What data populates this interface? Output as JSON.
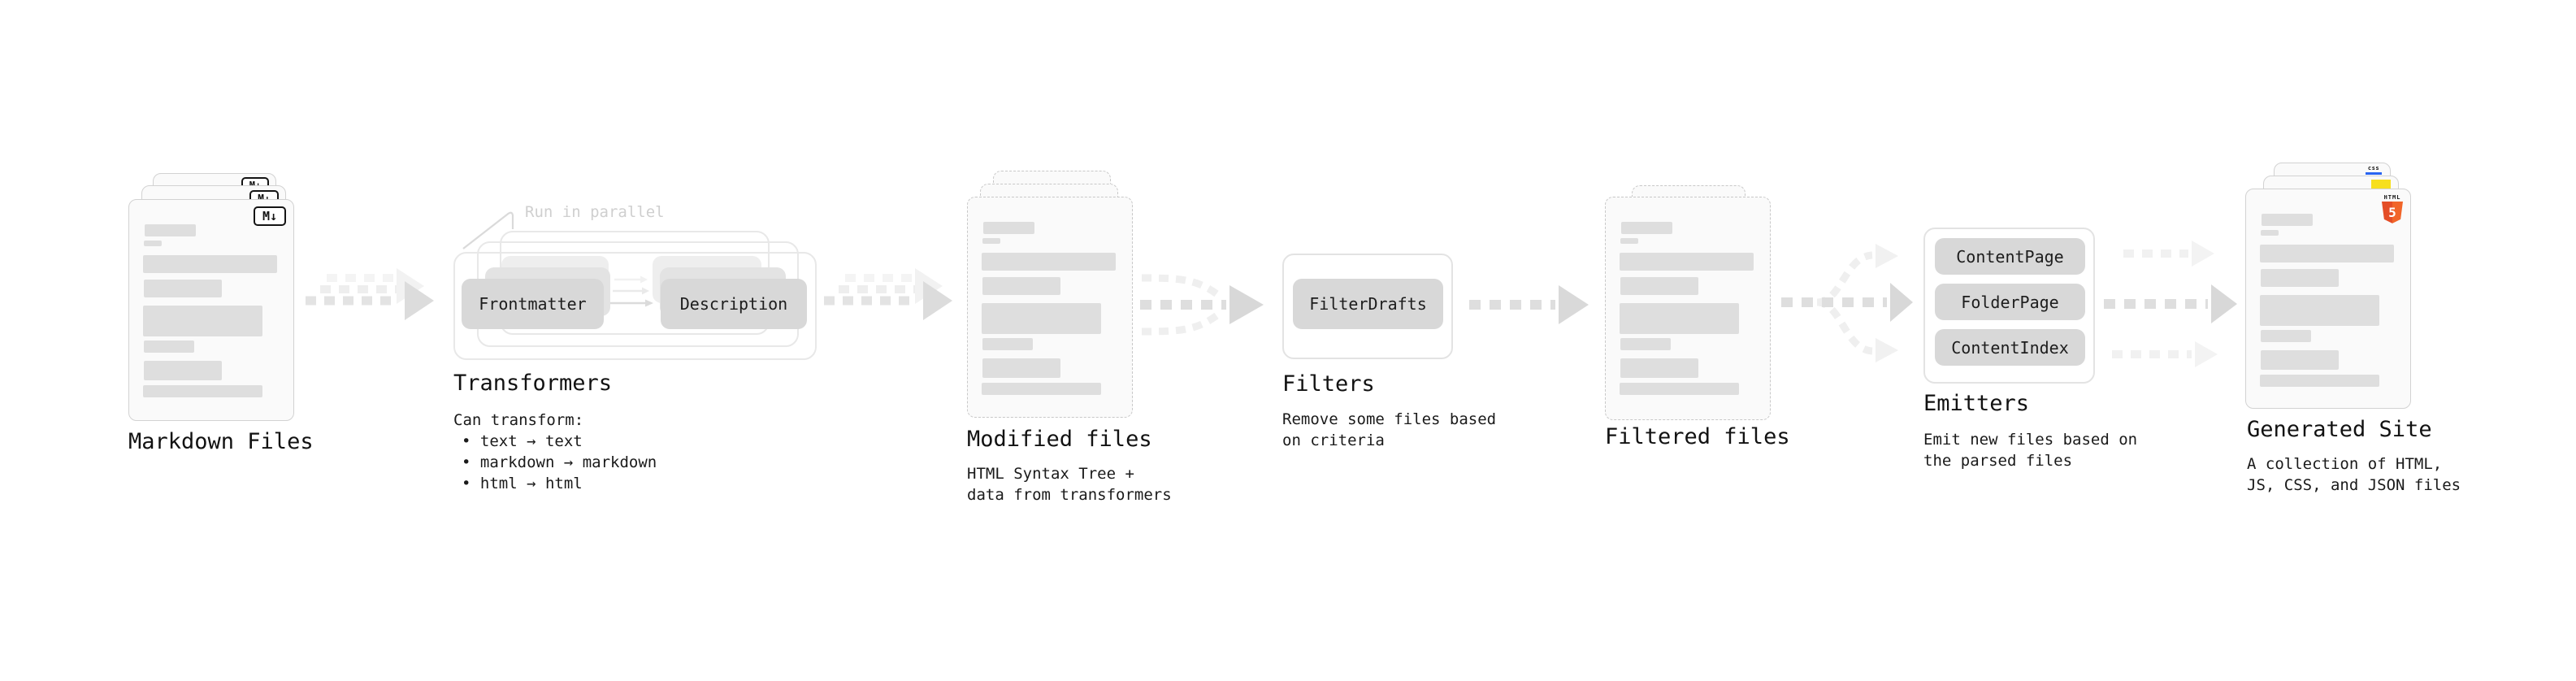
{
  "diagram": {
    "markdown_files": {
      "label": "Markdown Files",
      "badge": "M↓"
    },
    "transformers": {
      "label": "Transformers",
      "note": "Run in parallel",
      "desc_title": "Can transform:",
      "bullets": [
        "• text → text",
        "• markdown → markdown",
        "• html → html"
      ],
      "buttons": [
        "Frontmatter",
        "Description"
      ]
    },
    "modified_files": {
      "label": "Modified files",
      "desc": [
        "HTML Syntax Tree +",
        "data from transformers"
      ]
    },
    "filters": {
      "label": "Filters",
      "desc": [
        "Remove some files based",
        "on criteria"
      ],
      "buttons": [
        "FilterDrafts"
      ]
    },
    "filtered_files": {
      "label": "Filtered files"
    },
    "emitters": {
      "label": "Emitters",
      "desc": [
        "Emit new files based on",
        "the parsed files"
      ],
      "buttons": [
        "ContentPage",
        "FolderPage",
        "ContentIndex"
      ]
    },
    "generated_site": {
      "label": "Generated Site",
      "desc": [
        "A collection of HTML,",
        "JS, CSS, and JSON files"
      ],
      "badges": {
        "html5_text": "HTML",
        "html5_number": "5",
        "css_text": "css"
      }
    },
    "colors": {
      "html5_orange": "#e44d26",
      "html5_orange_light": "#f16529",
      "js_yellow": "#f7df1e",
      "css_blue": "#2965f1"
    }
  }
}
